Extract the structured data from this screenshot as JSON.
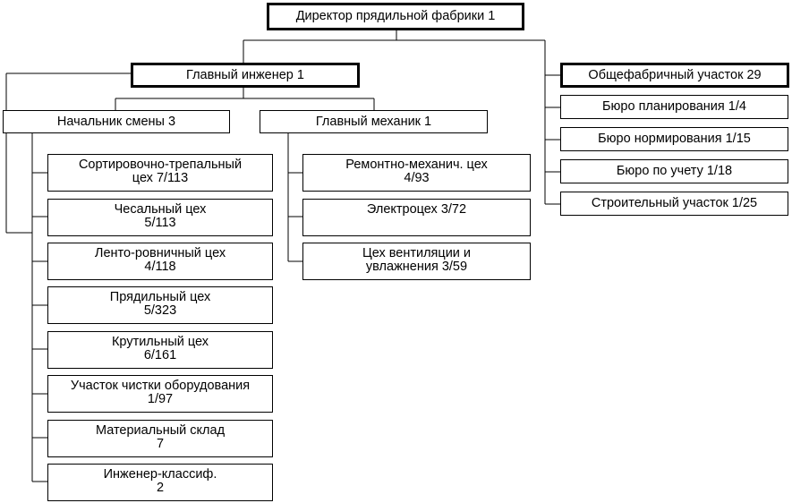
{
  "director": "Директор прядильной фабрики 1",
  "chief_engineer": "Главный инженер 1",
  "shift_supervisor": "Начальник смены 3",
  "chief_mechanic": "Главный механик 1",
  "shift_units": [
    {
      "line1": "Сортировочно-трепальный",
      "line2": "цех 7/113"
    },
    {
      "line1": "Чесальный цех",
      "line2": "5/113"
    },
    {
      "line1": "Ленто-ровничный цех",
      "line2": "4/118"
    },
    {
      "line1": "Прядильный цех",
      "line2": "5/323"
    },
    {
      "line1": "Крутильный цех",
      "line2": "6/161"
    },
    {
      "line1": "Участок чистки оборудования",
      "line2": "1/97"
    },
    {
      "line1": "Материальный склад",
      "line2": "7"
    },
    {
      "line1": "Инженер-классиф.",
      "line2": "2"
    }
  ],
  "mechanic_units": [
    {
      "line1": "Ремонтно-механич. цех",
      "line2": "4/93"
    },
    {
      "line1": "Электроцех 3/72",
      "line2": ""
    },
    {
      "line1": "Цех вентиляции и",
      "line2": "увлажнения 3/59"
    }
  ],
  "right_units": [
    "Общефабричный участок 29",
    "Бюро планирования 1/4",
    "Бюро нормирования 1/15",
    "Бюро по учету 1/18",
    "Строительный участок 1/25"
  ]
}
